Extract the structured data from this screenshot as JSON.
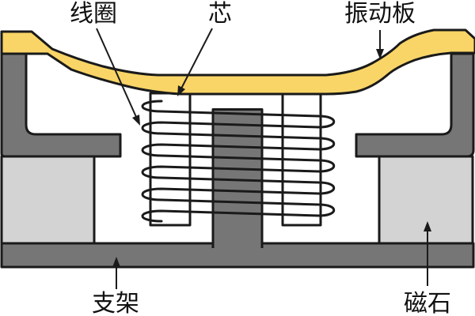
{
  "diagram": {
    "labels": {
      "coil": "线圈",
      "core": "芯",
      "diaphragm": "振动板",
      "frame": "支架",
      "magnet": "磁石"
    },
    "colors": {
      "diaphragm_yellow": "#F9D567",
      "frame_gray": "#767676",
      "magnet_gray": "#D3D3D3",
      "outline_black": "#1A1A1A",
      "background": "#FFFFFF"
    }
  }
}
